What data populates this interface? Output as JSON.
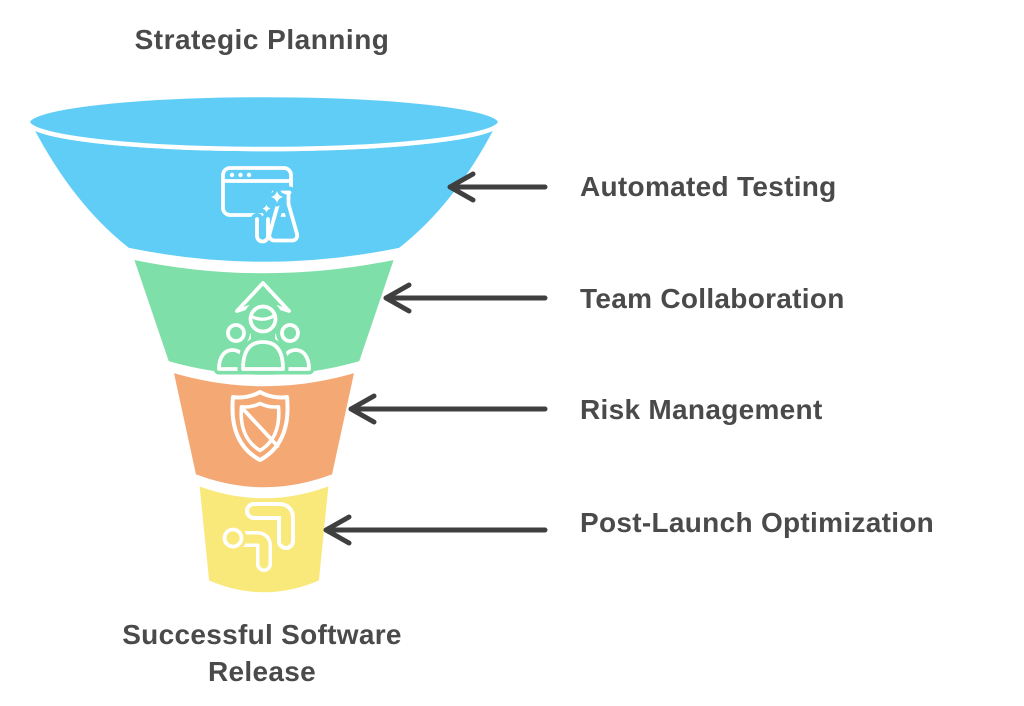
{
  "diagram": {
    "title": "Strategic Planning",
    "outcome_label": "Successful Software Release",
    "stages": [
      {
        "label": "Automated Testing",
        "color": "#5FCDF5",
        "icon": "browser-test-flask-icon"
      },
      {
        "label": "Team Collaboration",
        "color": "#7EDFA8",
        "icon": "team-growth-arrow-icon"
      },
      {
        "label": "Risk Management",
        "color": "#F4A873",
        "icon": "shield-slash-icon"
      },
      {
        "label": "Post-Launch Optimization",
        "color": "#F9E97B",
        "icon": "elbow-arrows-icon"
      }
    ],
    "colors": {
      "text": "#4A4A4A",
      "arrow": "#3F3F3F",
      "outline": "#FFFFFF"
    }
  }
}
